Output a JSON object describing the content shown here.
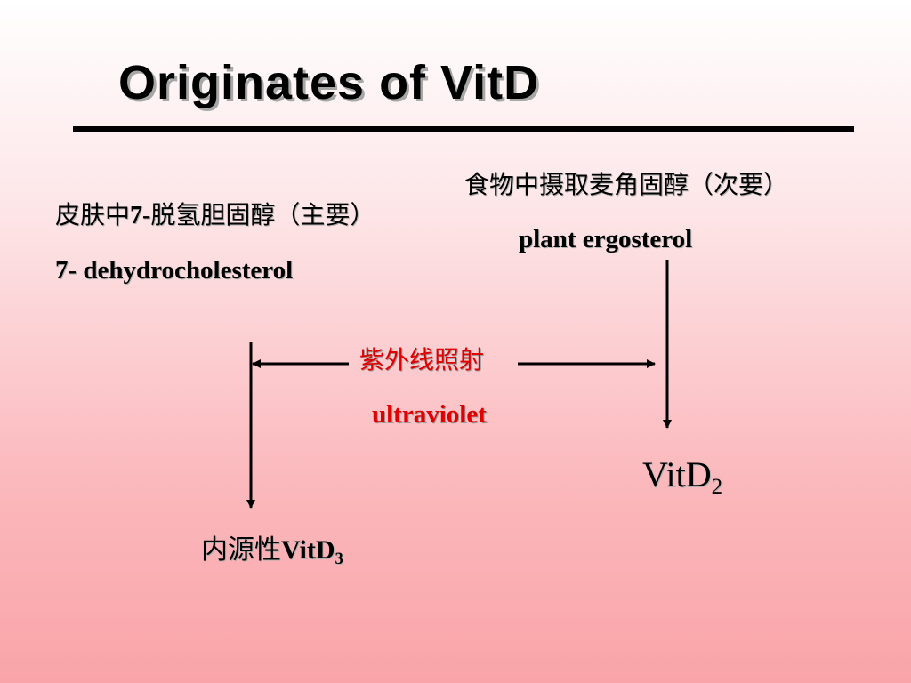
{
  "slide": {
    "title": "Originates of VitD",
    "food_source_cn": "食物中摄取麦角固醇（次要）",
    "plant_ergosterol": "plant ergosterol",
    "skin_source_cn_a": "皮肤中",
    "skin_source_cn_num": "7-",
    "skin_source_cn_b": "脱氢胆固醇（主要）",
    "dehydrocholesterol": "7- dehydrocholesterol",
    "uv_cn": "紫外线照射",
    "uv_en": "ultraviolet",
    "vitd2_base": "VitD",
    "vitd2_sub": "2",
    "endogenous_cn": "内源性",
    "endogenous_base": "VitD",
    "endogenous_sub": "3"
  },
  "colors": {
    "uv_text": "#e00000",
    "arrow": "#000000"
  }
}
